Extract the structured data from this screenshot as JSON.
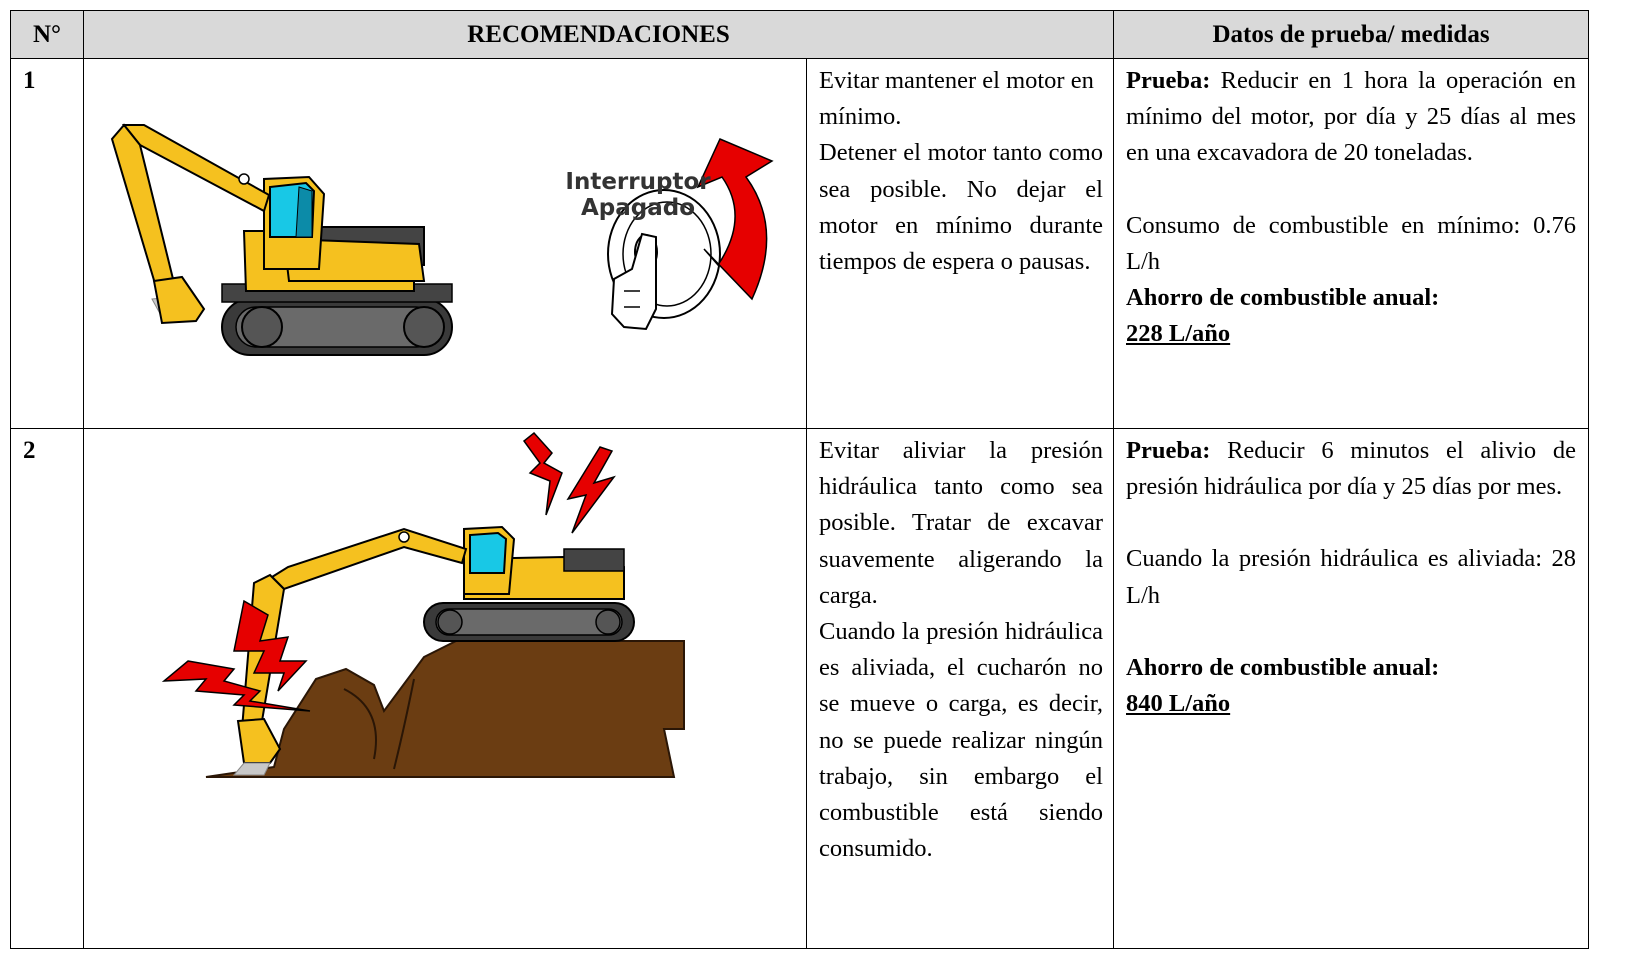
{
  "header": {
    "num": "N°",
    "recommendations": "RECOMENDACIONES",
    "data": "Datos de prueba/ medidas"
  },
  "rows": [
    {
      "num": "1",
      "image": {
        "icons": [
          "excavator-icon",
          "ignition-key-icon",
          "red-arrow-icon"
        ],
        "label_line1": "Interruptor",
        "label_line2": "Apagado"
      },
      "recommendation": [
        "Evitar mantener el motor en mínimo.",
        "Detener el motor tanto como sea posible. No dejar el motor en mínimo durante tiempos de espera o pausas."
      ],
      "test_label": "Prueba:",
      "test_text": " Reducir en 1 hora la operación en mínimo del motor, por día y 25 días al mes en una excavadora de 20 toneladas.",
      "consumption": "Consumo de combustible en mínimo: 0.76 L/h",
      "savings_label": "Ahorro de combustible anual:",
      "savings_value": "228 L/año"
    },
    {
      "num": "2",
      "image": {
        "icons": [
          "excavator-icon",
          "dirt-mound-icon",
          "lightning-bolt-icon"
        ]
      },
      "recommendation": [
        "Evitar aliviar la presión hidráulica tanto como sea posible. Tratar de excavar suavemente aligerando la carga.",
        "Cuando la presión hidráulica es aliviada, el cucharón no se mueve o carga, es decir, no se puede realizar ningún trabajo, sin embargo el combustible está siendo consumido."
      ],
      "test_label": "Prueba:",
      "test_text": " Reducir 6 minutos el alivio de presión hidráulica por día y 25 días por mes.",
      "consumption": "Cuando la presión hidráulica es aliviada: 28 L/h",
      "savings_label": "Ahorro de combustible anual:",
      "savings_value": "840 L/año"
    }
  ]
}
